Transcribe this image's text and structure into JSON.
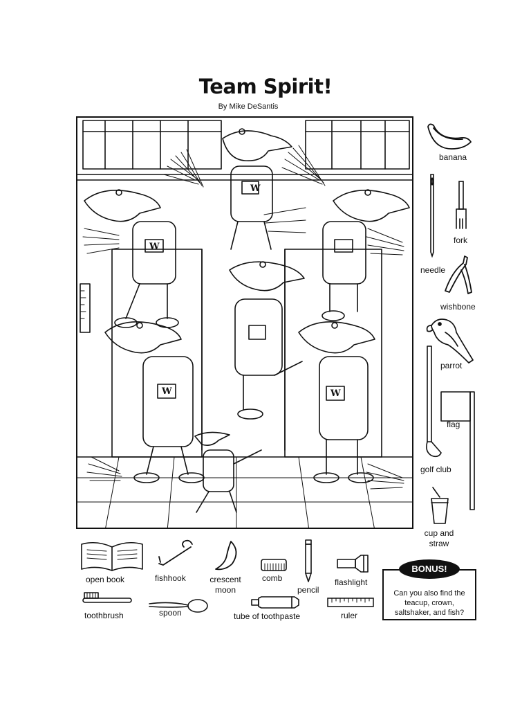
{
  "header": {
    "title": "Team Spirit!",
    "byline": "By Mike DeSantis"
  },
  "scene": {
    "letter": "W"
  },
  "side_items": [
    {
      "label": "banana",
      "icon": "banana-icon"
    },
    {
      "label": "fork",
      "icon": "fork-icon"
    },
    {
      "label": "needle",
      "icon": "needle-icon"
    },
    {
      "label": "wishbone",
      "icon": "wishbone-icon"
    },
    {
      "label": "parrot",
      "icon": "parrot-icon"
    },
    {
      "label": "flag",
      "icon": "flag-icon"
    },
    {
      "label": "golf club",
      "icon": "golf-club-icon"
    },
    {
      "label_lines": [
        "cup and",
        "straw"
      ],
      "icon": "cup-and-straw-icon"
    }
  ],
  "bottom_items": [
    {
      "label": "open book",
      "icon": "open-book-icon"
    },
    {
      "label": "fishhook",
      "icon": "fishhook-icon"
    },
    {
      "label_lines": [
        "crescent",
        "moon"
      ],
      "icon": "crescent-moon-icon"
    },
    {
      "label": "comb",
      "icon": "comb-icon"
    },
    {
      "label": "pencil",
      "icon": "pencil-icon"
    },
    {
      "label": "flashlight",
      "icon": "flashlight-icon"
    },
    {
      "label": "toothbrush",
      "icon": "toothbrush-icon"
    },
    {
      "label": "spoon",
      "icon": "spoon-icon"
    },
    {
      "label": "tube of toothpaste",
      "icon": "tube-of-toothpaste-icon"
    },
    {
      "label": "ruler",
      "icon": "ruler-icon"
    }
  ],
  "bonus": {
    "badge": "BONUS!",
    "lines": [
      "Can you also find the",
      "teacup, crown,",
      "saltshaker, and fish?"
    ]
  }
}
